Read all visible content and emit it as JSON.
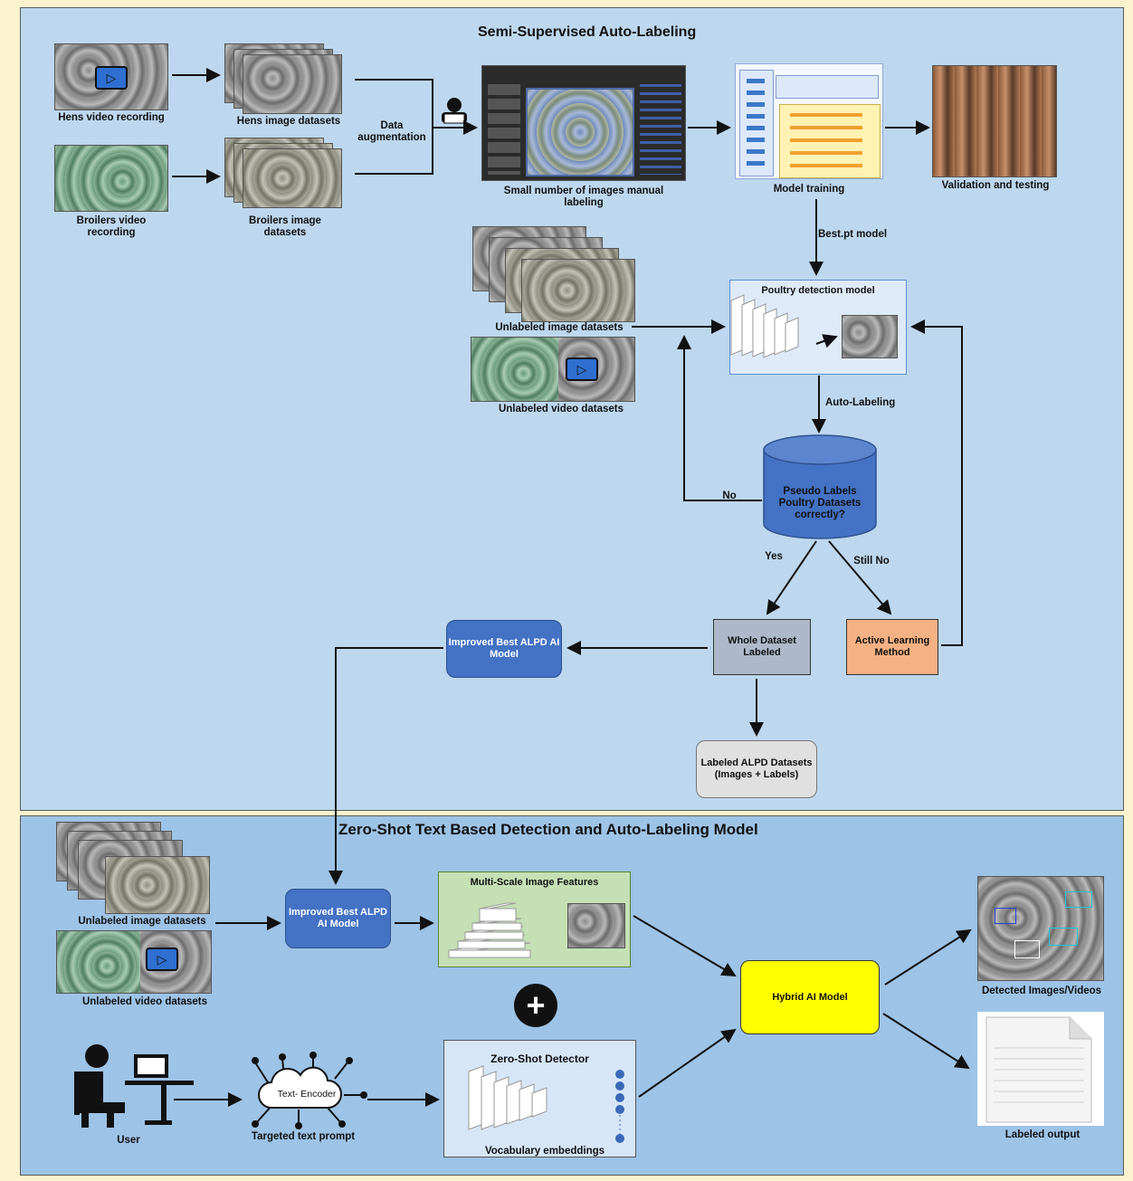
{
  "sections": {
    "top_title": "Semi-Supervised Auto-Labeling",
    "bottom_title": "Zero-Shot Text Based Detection and Auto-Labeling Model"
  },
  "inputs": {
    "hens_video": "Hens video recording",
    "broilers_video": "Broilers video recording",
    "hens_images": "Hens image datasets",
    "broilers_images": "Broilers image datasets",
    "augmentation": "Data augmentation"
  },
  "pipeline": {
    "manual_labeling": "Small number of images manual labeling",
    "model_training": "Model training",
    "validation": "Validation and testing",
    "best_model": "Best.pt model",
    "detection_model": "Poultry detection model",
    "unlabeled_images": "Unlabeled image datasets",
    "unlabeled_videos": "Unlabeled video datasets",
    "auto_labeling": "Auto-Labeling",
    "pseudo_labels": "Pseudo Labels Poultry Datasets correctly?",
    "no": "No",
    "yes": "Yes",
    "still_no": "Still No",
    "whole_dataset": "Whole Dataset Labeled",
    "active_learning": "Active Learning Method",
    "improved_model": "Improved Best ALPD AI Model",
    "labeled_datasets": "Labeled ALPD Datasets (Images + Labels)"
  },
  "zero_shot": {
    "unlabeled_images": "Unlabeled image datasets",
    "unlabeled_videos": "Unlabeled video datasets",
    "improved_model": "Improved Best ALPD AI Model",
    "multi_scale": "Multi-Scale Image Features",
    "plus": "+",
    "user": "User",
    "text_encoder": "Text- Encoder",
    "text_prompt": "Targeted text prompt",
    "zero_shot_detector": "Zero-Shot Detector",
    "vocab": "Vocabulary embeddings",
    "hybrid": "Hybrid AI Model",
    "detected": "Detected Images/Videos",
    "labeled_output": "Labeled output"
  },
  "colors": {
    "top_panel": "#bdd7ee",
    "bottom_panel": "#9dc3e6",
    "blue_box": "#4472c4",
    "gray_box": "#adb9ca",
    "orange_box": "#f4b183",
    "yellow_box": "#ffff00",
    "green_box": "#c5e0b4"
  }
}
